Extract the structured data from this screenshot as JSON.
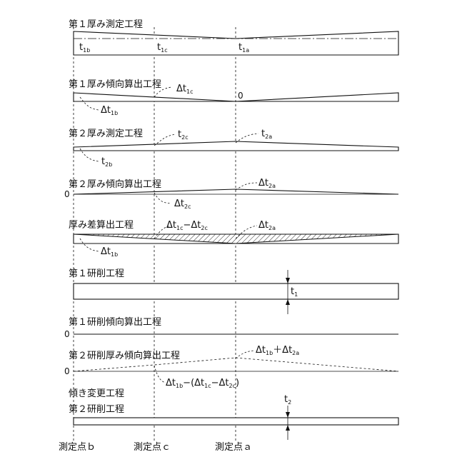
{
  "steps": {
    "s1": "第１厚み測定工程",
    "s2": "第１厚み傾向算出工程",
    "s3": "第２厚み測定工程",
    "s4": "第２厚み傾向算出工程",
    "s5": "厚み差算出工程",
    "s6": "第１研削工程",
    "s7": "第１研削傾向算出工程",
    "s8": "第２研削厚み傾向算出工程",
    "s9": "傾き変更工程",
    "s10": "第２研削工程"
  },
  "measure_points": {
    "b": "測定点ｂ",
    "c": "測定点ｃ",
    "a": "測定点ａ"
  },
  "labels": {
    "t1b": {
      "main": "t",
      "sub": "1b"
    },
    "t1c": {
      "main": "t",
      "sub": "1c"
    },
    "t1a": {
      "main": "t",
      "sub": "1a"
    },
    "dt1c": {
      "main": "Δt",
      "sub": "1c"
    },
    "dt1b": {
      "main": "Δt",
      "sub": "1b"
    },
    "zero_s2": "0",
    "t2c": {
      "main": "t",
      "sub": "2c"
    },
    "t2a": {
      "main": "t",
      "sub": "2a"
    },
    "t2b": {
      "main": "t",
      "sub": "2b"
    },
    "zero_s4": "0",
    "dt2a_s4": {
      "main": "Δt",
      "sub": "2a"
    },
    "dt2c_s4": {
      "main": "Δt",
      "sub": "2c"
    },
    "diff_c": {
      "p1": "Δt",
      "s1": "1c",
      "p2": "−Δt",
      "s2": "2c"
    },
    "dt2a_s5": {
      "main": "Δt",
      "sub": "2a"
    },
    "dt1b_s5": {
      "main": "Δt",
      "sub": "1b"
    },
    "t1_s6": {
      "main": "t",
      "sub": "1"
    },
    "zero_s7": "0",
    "sum_a": {
      "p1": "Δt",
      "s1": "1b",
      "p2": "＋Δt",
      "s2": "2a"
    },
    "zero_s8": "0",
    "expr_b": {
      "p1": "Δt",
      "s1": "1b",
      "p2": "−(Δt",
      "s2": "1c",
      "p3": "−Δt",
      "s3": "2c",
      "p4": ")"
    },
    "t2_s10": {
      "main": "t",
      "sub": "2"
    }
  }
}
